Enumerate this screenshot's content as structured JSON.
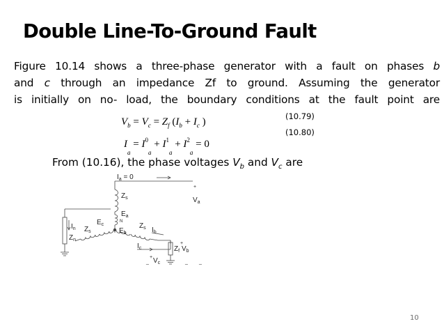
{
  "slide": {
    "title": "Double Line-To-Ground Fault",
    "paragraph_lines": [
      [
        {
          "t": "Figure 10.14 shows a three-phase generator with a fault on phases "
        },
        {
          "t": "b",
          "i": true
        }
      ],
      [
        {
          "t": "and "
        },
        {
          "t": "c",
          "i": true
        },
        {
          "t": "  through an impedance Zf to ground. Assuming the generator"
        }
      ],
      [
        {
          "t": "is initially on no-  load, the boundary conditions at the fault point are"
        }
      ]
    ],
    "equation_1": {
      "vb": "V",
      "vb_sub": "b",
      "eq1": " = ",
      "vc": "V",
      "vc_sub": "c",
      "eq2": " = ",
      "z": "Z",
      "z_sub": "f",
      "open": " (",
      "ib": "I",
      "ib_sub": "b",
      "plus": " + ",
      "ic": "I",
      "ic_sub": "c",
      "close": " )"
    },
    "equation_1_number": "(10.79)",
    "equation_2": {
      "i0": "I",
      "s0": "a",
      "eq": " = ",
      "t1": "I",
      "u1": "0",
      "a1": "a",
      "p1": " + ",
      "t2": "I",
      "u2": "1",
      "a2": "a",
      "p2": " + ",
      "t3": "I",
      "u3": "2",
      "a3": "a",
      "eq2": " = 0"
    },
    "equation_2_number": "(10.80)",
    "from_text": {
      "pre": "From (10.16), the phase voltages ",
      "vb": "V",
      "vb_sub": "b",
      "mid": " and ",
      "vc": "V",
      "vc_sub": "c",
      "post": " are"
    },
    "page_number": "10"
  },
  "circuit": {
    "ia_label": "I",
    "ia_sub": "a",
    "ia_value": " = 0",
    "zs_top": "Z",
    "zs_top_sub": "s",
    "va": "V",
    "va_sub": "a",
    "plus_a": "+",
    "ea": "E",
    "ea_sub": "a",
    "n_node": "N",
    "ec": "E",
    "ec_sub": "c",
    "eb": "E",
    "eb_sub": "b",
    "zs_left": "Z",
    "zs_left_sub": "s",
    "zs_right": "Z",
    "zs_right_sub": "s",
    "in_label": "I",
    "in_sub": "n",
    "zn_label": "Z",
    "zn_sub": "n",
    "ib_label": "I",
    "ib_sub": "b",
    "ic_label": "I",
    "ic_sub": "c",
    "zf_label": "Z",
    "zf_sub": "f",
    "vb_label": "V",
    "vb_sub": "b",
    "vc_label": "V",
    "vc_sub": "c",
    "plus_b": "+",
    "plus_c": "+",
    "minus_1": "_",
    "minus_2": "_",
    "minus_3": "_"
  }
}
